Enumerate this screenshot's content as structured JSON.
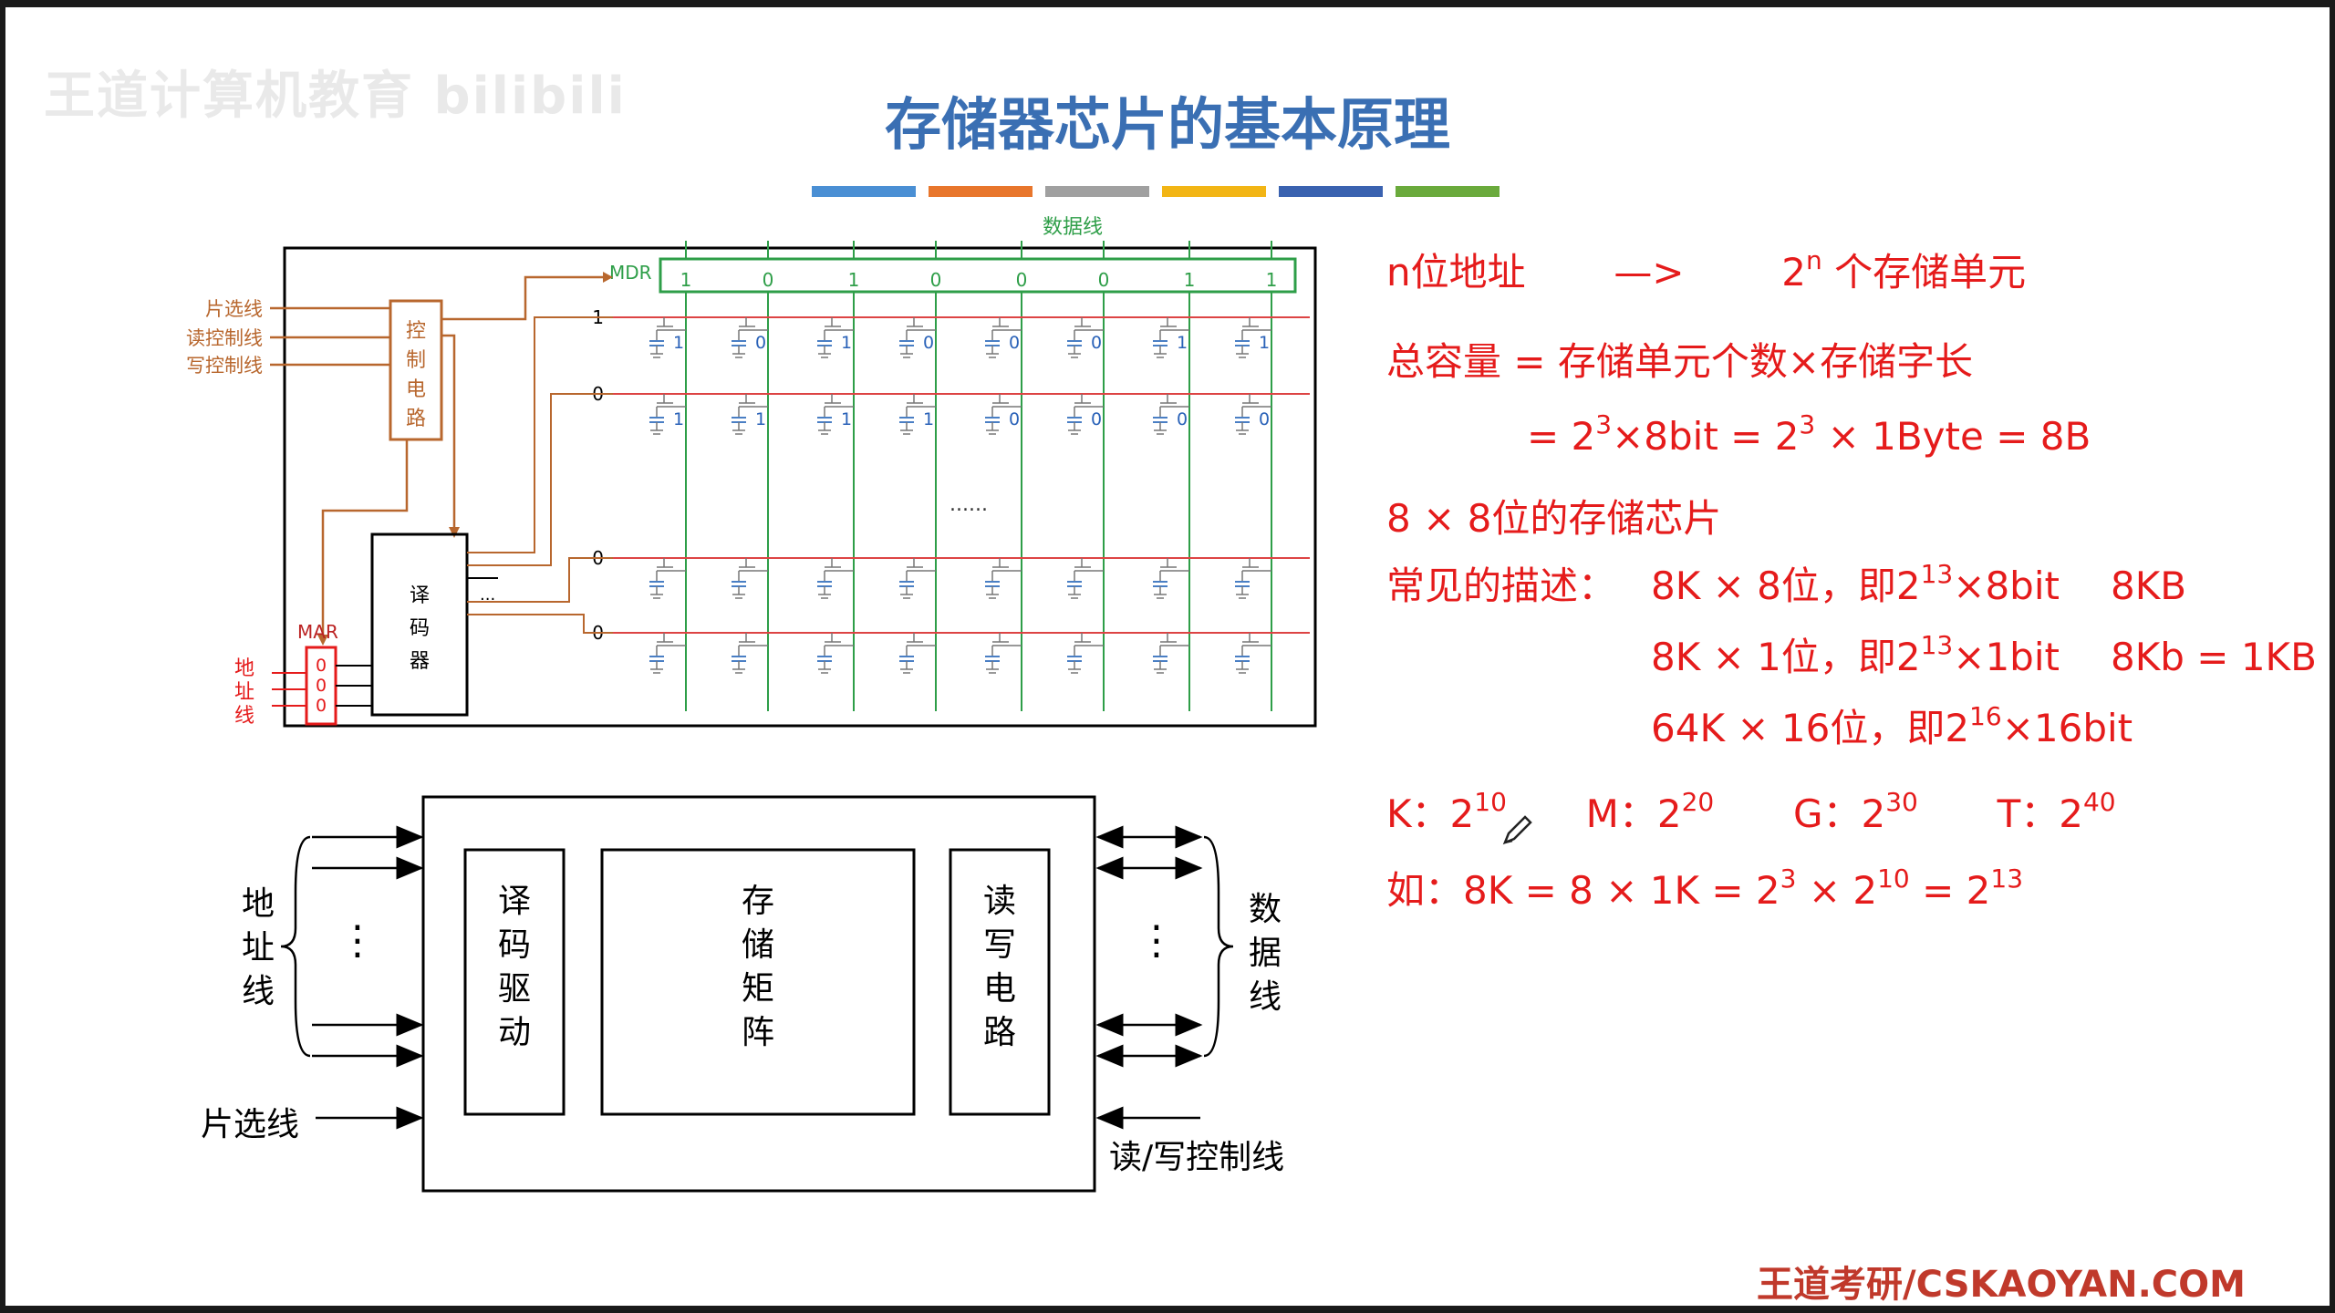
{
  "watermark": "王道计算机教育 bilibili",
  "title": "存储器芯片的基本原理",
  "title_bar_colors": [
    "#4a8fd4",
    "#e8762c",
    "#a0a0a0",
    "#f2b515",
    "#3a62b0",
    "#6aaa3c"
  ],
  "chip_diagram": {
    "data_line_label": "数据线",
    "mdr_label": "MDR",
    "mdr_bits": [
      "1",
      "0",
      "1",
      "0",
      "0",
      "0",
      "1",
      "1"
    ],
    "control_inputs": [
      "片选线",
      "读控制线",
      "写控制线"
    ],
    "control_circuit_label": "控制电路",
    "decoder_label": "译码器",
    "mar_label": "MAR",
    "mar_bits": [
      "0",
      "0",
      "0"
    ],
    "address_line_label": "地址线",
    "ellipsis": "......",
    "decoder_ellipsis": "...",
    "rows": [
      {
        "word_value": "1",
        "cells": [
          "1",
          "0",
          "1",
          "0",
          "0",
          "0",
          "1",
          "1"
        ]
      },
      {
        "word_value": "0",
        "cells": [
          "1",
          "1",
          "1",
          "1",
          "0",
          "0",
          "0",
          "0"
        ]
      },
      {
        "word_value": "0",
        "cells": []
      },
      {
        "word_value": "0",
        "cells": []
      }
    ]
  },
  "block_diagram": {
    "address_lines_label": "地址线",
    "chip_select_label": "片选线",
    "decoder_driver_label": "译码驱动",
    "storage_matrix_label": "存储矩阵",
    "rw_circuit_label": "读写电路",
    "data_lines_label": "数据线",
    "rw_control_label": "读/写控制线",
    "ellipsis": "⋮"
  },
  "notes": {
    "l1_a": "n位地址",
    "l1_arrow": "—>",
    "l1_b": "2",
    "l1_b_sup": "n",
    "l1_c": " 个存储单元",
    "l2": "总容量 = 存储单元个数×存储字长",
    "l3_a": "= 2",
    "l3_sup1": "3",
    "l3_b": "×8bit = 2",
    "l3_sup2": "3",
    "l3_c": " × 1Byte = 8B",
    "l4": "8 × 8位的存储芯片",
    "l5_label": "常见的描述：",
    "l5_a": "8K × 8位，即2",
    "l5_sup": "13",
    "l5_b": "×8bit",
    "l5_c": "8KB",
    "l6_a": "8K × 1位，即2",
    "l6_sup": "13",
    "l6_b": "×1bit",
    "l6_c": "8Kb = 1KB",
    "l7_a": "64K × 16位，即2",
    "l7_sup": "16",
    "l7_b": "×16bit",
    "units": [
      {
        "label": "K：2",
        "exp": "10"
      },
      {
        "label": "M：2",
        "exp": "20"
      },
      {
        "label": "G：2",
        "exp": "30"
      },
      {
        "label": "T：2",
        "exp": "40"
      }
    ],
    "ex_a": "如：8K = 8 × 1K = 2",
    "ex_sup1": "3",
    "ex_b": " × 2",
    "ex_sup2": "10",
    "ex_c": " = 2",
    "ex_sup3": "13"
  },
  "footer": "王道考研/CSKAOYAN.COM"
}
